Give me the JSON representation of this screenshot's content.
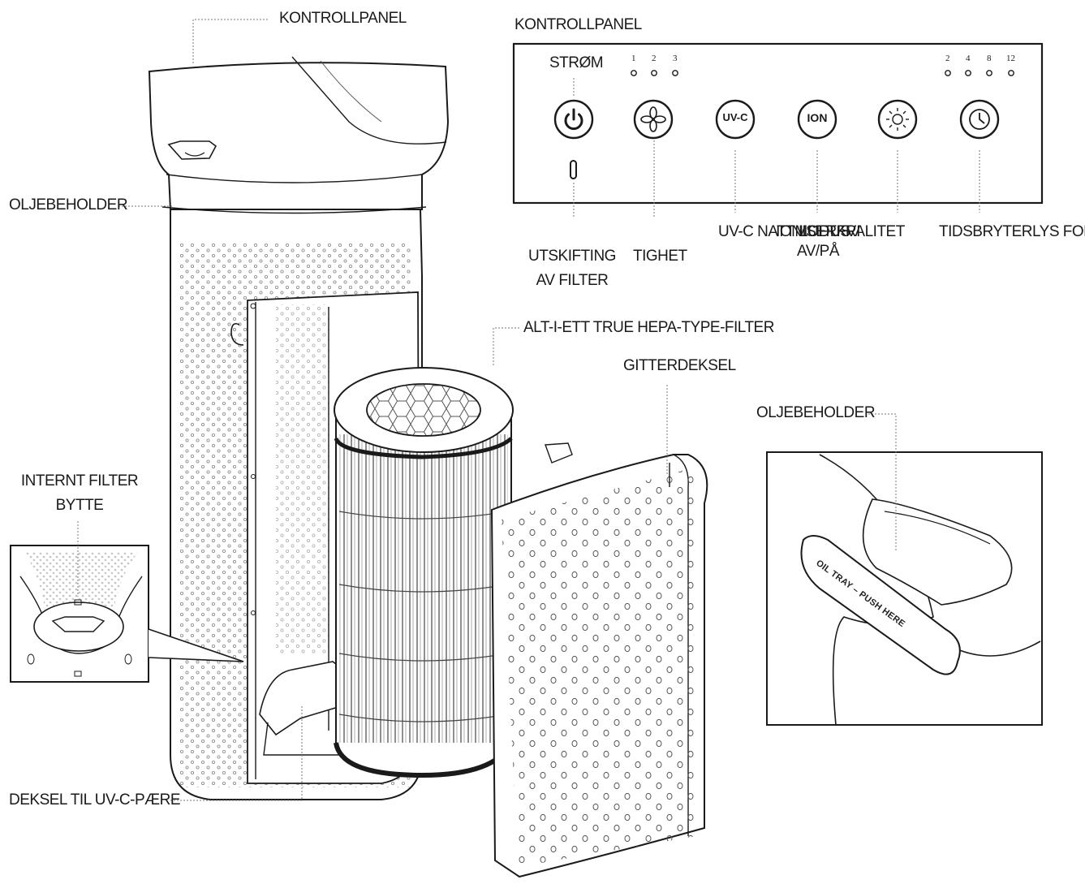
{
  "labels": {
    "kontrollpanel_top": "KONTROLLPANEL",
    "kontrollpanel_heading": "KONTROLLPANEL",
    "strom": "STRØM",
    "oljebeholder_left": "OLJEBEHOLDER",
    "utskifting_line1": "UTSKIFTING",
    "utskifting_line2": "AV FILTER",
    "tighet": "TIGHET",
    "uvc_nattmodus": "UV-C NATTMODUS",
    "ion_line1": "IONISERFRI",
    "ion_line2": "AV/PÅ",
    "luftkvalitet": "LUFTKVALITET",
    "tidsbryter": "TIDSBRYTERLYS FOR",
    "hepa_filter": "ALT-I-ETT TRUE HEPA-TYPE-FILTER",
    "gitterdeksel": "GITTERDEKSEL",
    "oljebeholder_right": "OLJEBEHOLDER",
    "internt_line1": "INTERNT FILTER",
    "internt_line2": "BYTTE",
    "deksel_uvc": "DEKSEL TIL UV-C-PÆRE"
  },
  "panel": {
    "speed_levels": [
      "1",
      "2",
      "3"
    ],
    "timer_levels": [
      "2",
      "4",
      "8",
      "12"
    ],
    "buttons": [
      {
        "icon": "power-icon",
        "text": ""
      },
      {
        "icon": "fan-icon",
        "text": ""
      },
      {
        "icon": "uvc-icon",
        "text": "UV-C"
      },
      {
        "icon": "ion-icon",
        "text": "ION"
      },
      {
        "icon": "sun-icon",
        "text": ""
      },
      {
        "icon": "clock-icon",
        "text": ""
      }
    ]
  },
  "oil_tray_text": "OIL TRAY – PUSH HERE"
}
